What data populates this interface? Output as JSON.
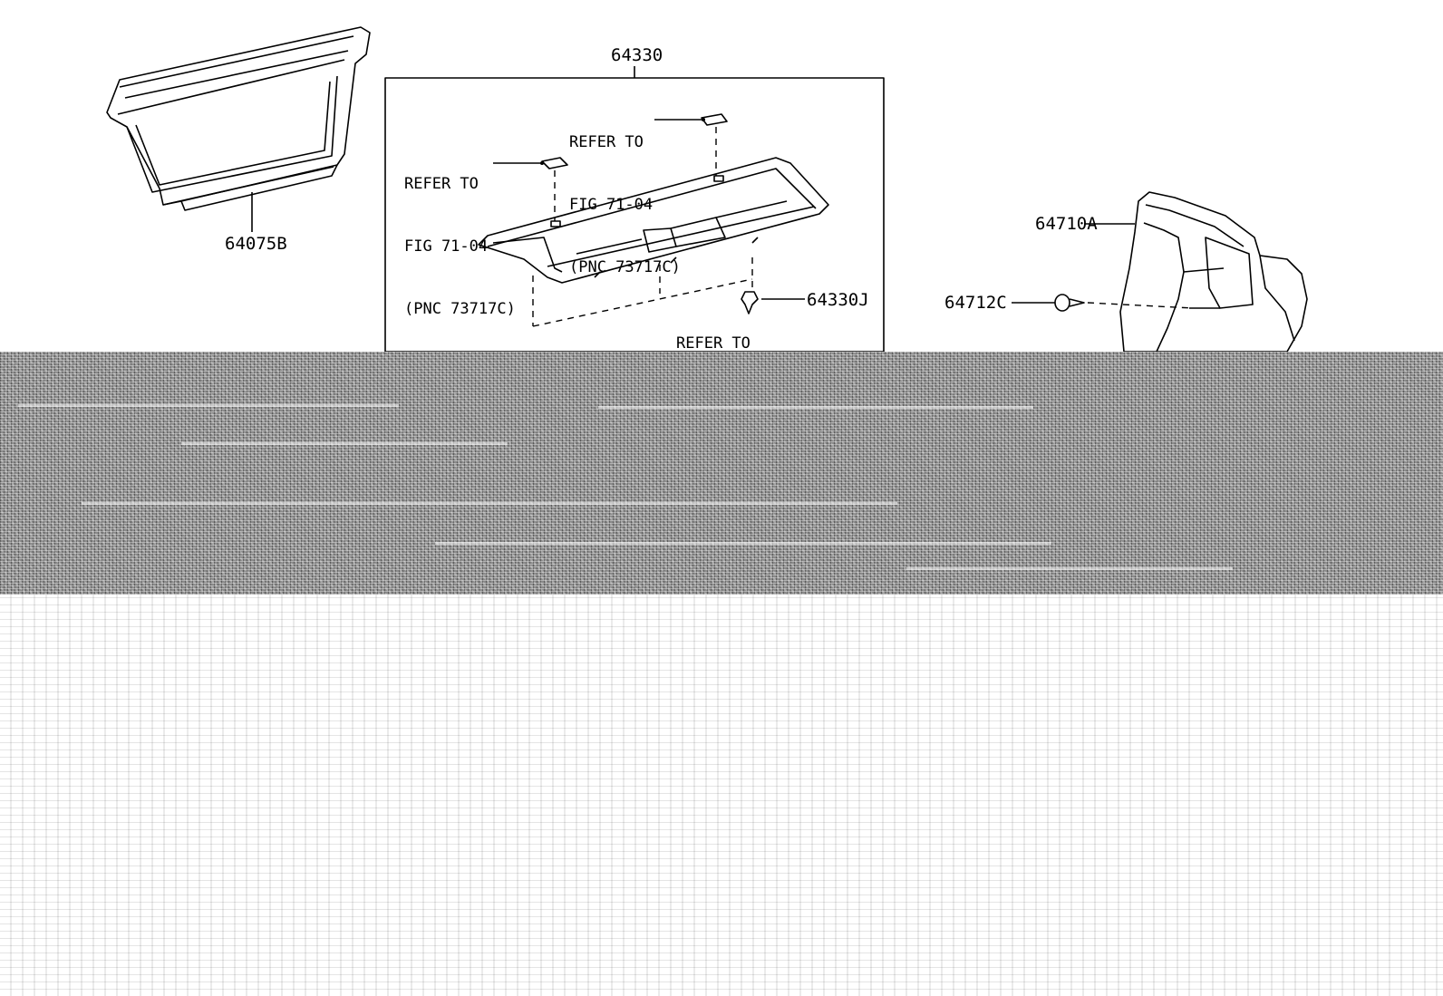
{
  "parts": {
    "p64075B": "64075B",
    "p64330": "64330",
    "p64330J": "64330J",
    "p64710A": "64710A",
    "p64712C": "64712C"
  },
  "refs": {
    "right": {
      "line1": "REFER TO",
      "line2": "FIG 71-04",
      "line3": "(PNC 73717C)"
    },
    "left": {
      "line1": "REFER TO",
      "line2": "FIG 71-04",
      "line3": "(PNC 73717C)"
    },
    "bottom_partial": "REFER TO"
  }
}
